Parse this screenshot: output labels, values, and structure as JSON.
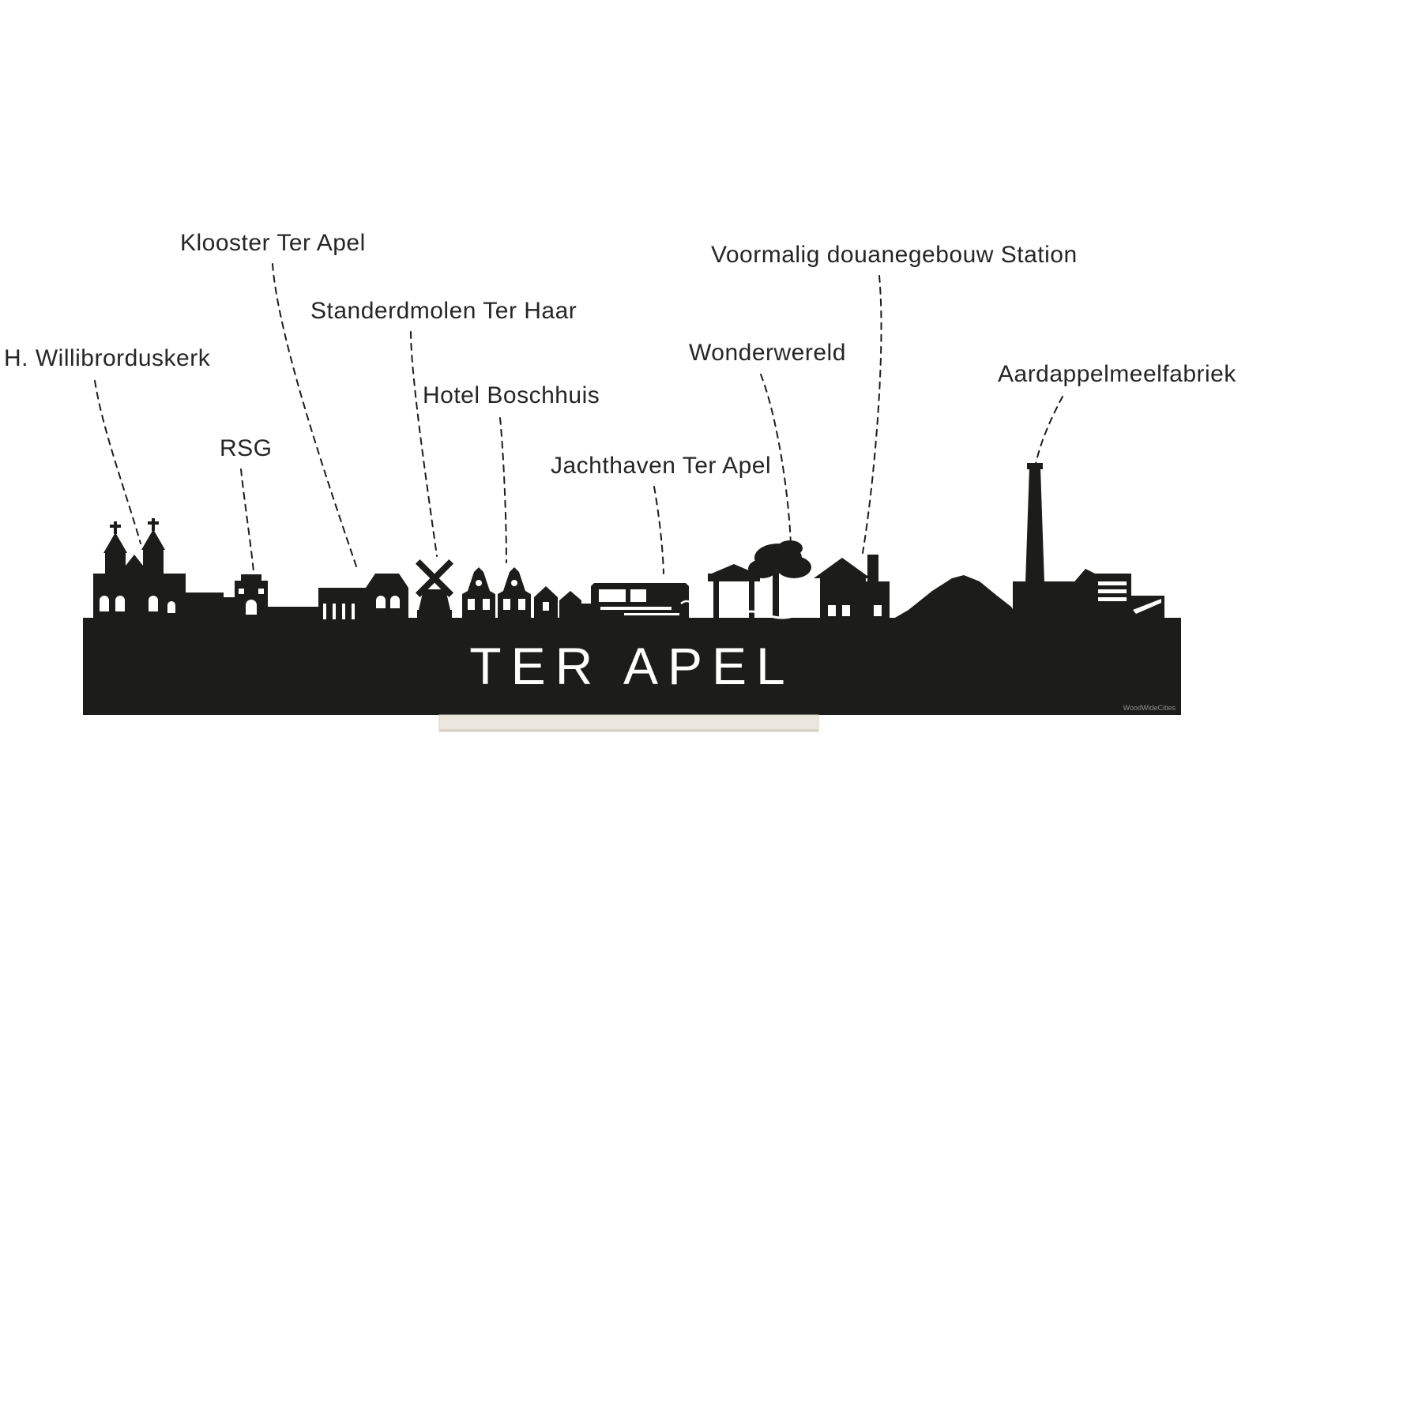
{
  "skyline": {
    "title": "TER APEL",
    "watermark": "WoodWideCities"
  },
  "labels": [
    {
      "id": "h-willibrorduskerk",
      "text": "H. Willibrorduskerk"
    },
    {
      "id": "rsg",
      "text": "RSG"
    },
    {
      "id": "klooster-ter-apel",
      "text": "Klooster Ter Apel"
    },
    {
      "id": "standerdmolen-ter-haar",
      "text": "Standerdmolen Ter Haar"
    },
    {
      "id": "hotel-boschhuis",
      "text": "Hotel Boschhuis"
    },
    {
      "id": "jachthaven-ter-apel",
      "text": "Jachthaven Ter Apel"
    },
    {
      "id": "wonderwereld",
      "text": "Wonderwereld"
    },
    {
      "id": "voormalig-douanegebouw-station",
      "text": "Voormalig douanegebouw Station"
    },
    {
      "id": "aardappelmeelfabriek",
      "text": "Aardappelmeelfabriek"
    }
  ],
  "colors": {
    "silhouette": "#1c1c1a",
    "background": "#ffffff",
    "stand": "#ece7de",
    "label_text": "#262626"
  }
}
